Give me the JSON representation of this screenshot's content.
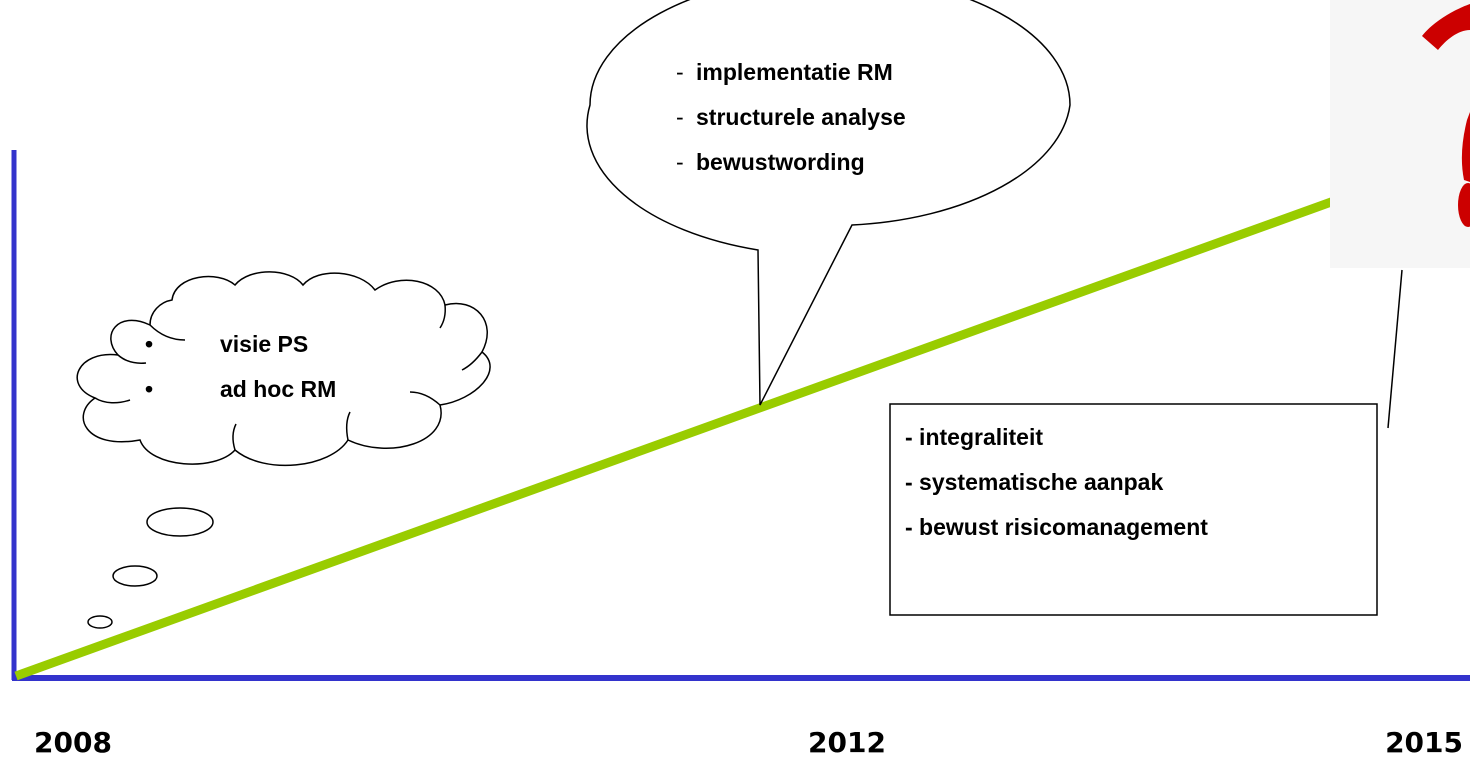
{
  "timeline": {
    "years": [
      "2008",
      "2012",
      "2015"
    ],
    "axis_color": "#3333cc",
    "trend_color": "#99cc00"
  },
  "thought_cloud": {
    "items": [
      "visie PS",
      "ad hoc RM"
    ],
    "bullet": "•"
  },
  "speech_bubble": {
    "dash": "-",
    "items": [
      "implementatie RM",
      "structurele analyse",
      "bewustwording"
    ]
  },
  "callout_box": {
    "items": [
      "- integraliteit",
      "- systematische aanpak",
      "- bewust risicomanagement"
    ]
  },
  "question_mark_image": {
    "icon": "question-mark-icon",
    "color": "#cc0000"
  }
}
